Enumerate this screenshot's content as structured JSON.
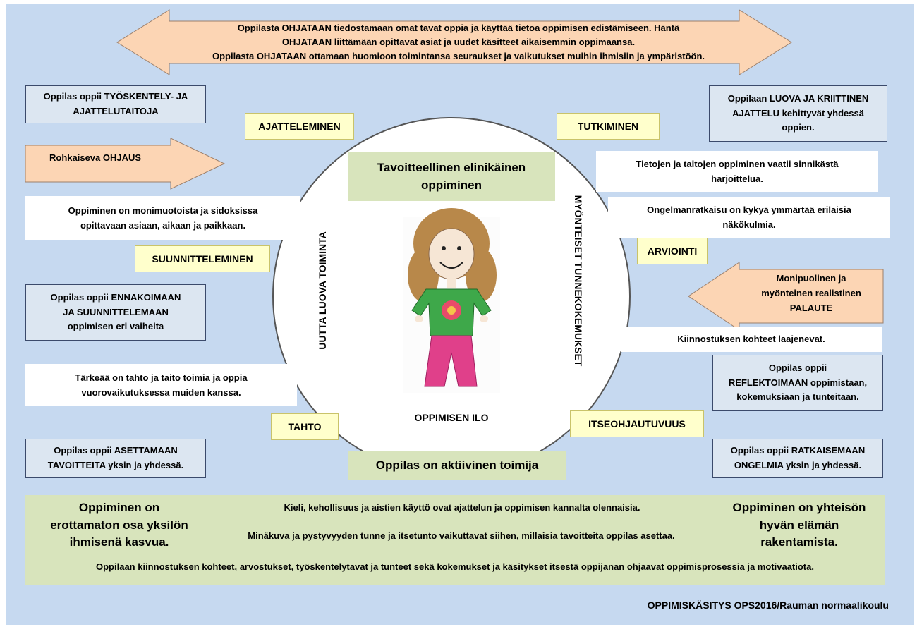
{
  "top_arrow": {
    "line1": "Oppilasta OHJATAAN tiedostamaan omat tavat oppia ja käyttää tietoa oppimisen edistämiseen. Häntä",
    "line2": "OHJATAAN liittämään opittavat asiat ja uudet käsitteet aikaisemmin oppimaansa.",
    "line3": "Oppilasta OHJATAAN ottamaan huomioon toimintansa seuraukset ja vaikutukset muihin ihmisiin ja ympäristöön."
  },
  "left_arrow_label": "Rohkaiseva OHJAUS",
  "right_arrow": {
    "line1": "Monipuolinen ja",
    "line2": "myönteinen realistinen",
    "line3": "PALAUTE"
  },
  "gray_boxes": {
    "tyoskentely": [
      "Oppilas oppii TYÖSKENTELY- JA",
      "AJATTELUTAITOJA"
    ],
    "luova": [
      "Oppilaan LUOVA JA KRIITTINEN",
      "AJATTELU kehittyvät yhdessä",
      "oppien."
    ],
    "ennakoimaan": [
      "Oppilas oppii ENNAKOIMAAN",
      "JA SUUNNITTELEMAAN",
      "oppimisen eri vaiheita"
    ],
    "reflektoimaan": [
      "Oppilas oppii",
      "REFLEKTOIMAAN oppimistaan,",
      "kokemuksiaan ja tunteitaan."
    ],
    "asettamaan": [
      "Oppilas oppii ASETTAMAAN",
      "TAVOITTEITA yksin ja yhdessä."
    ],
    "ratkaisemaan": [
      "Oppilas oppii RATKAISEMAAN",
      "ONGELMIA yksin ja yhdessä."
    ]
  },
  "yellow_labels": {
    "ajatteleminen": "AJATTELEMINEN",
    "tutkiminen": "TUTKIMINEN",
    "suunnitteleminen": "SUUNNITTELEMINEN",
    "arviointi": "ARVIOINTI",
    "tahto": "TAHTO",
    "itseohjautuvuus": "ITSEOHJAUTUVUUS"
  },
  "white_boxes": {
    "monimuotoista": [
      "Oppiminen on monimuotoista ja sidoksissa",
      "opittavaan asiaan, aikaan ja paikkaan."
    ],
    "tietojen": [
      "Tietojen ja taitojen oppiminen vaatii sinnikästä",
      "harjoittelua."
    ],
    "ongelmanratkaisu": [
      "Ongelmanratkaisu on kykyä ymmärtää erilaisia",
      "näkökulmia."
    ],
    "kiinnostuksen": "Kiinnostuksen kohteet laajenevat.",
    "tahto": [
      "Tärkeää on tahto ja taito toimia ja oppia",
      "vuorovaikutuksessa muiden kanssa."
    ]
  },
  "circle": {
    "goal": [
      "Tavoitteellinen elinikäinen",
      "oppiminen"
    ],
    "left_vertical": "UUTTA LUOVA TOIMINTA",
    "right_vertical": "MYÖNTEISET TUNNEKOKEMUKSET",
    "bottom": "OPPIMISEN ILO"
  },
  "active_learner": "Oppilas on aktiivinen toimija",
  "bottom_panel": {
    "left": [
      "Oppiminen on",
      "erottamaton osa yksilön",
      "ihmisenä kasvua."
    ],
    "right": [
      "Oppiminen on yhteisön",
      "hyvän elämän",
      "rakentamista."
    ],
    "center1": "Kieli, kehollisuus ja aistien käyttö ovat ajattelun ja oppimisen kannalta olennaisia.",
    "center2": "Minäkuva ja pystyvyyden tunne ja itsetunto vaikuttavat siihen, millaisia tavoitteita oppilas asettaa.",
    "bottom": "Oppilaan kiinnostuksen kohteet, arvostukset, työskentelytavat ja tunteet sekä kokemukset ja käsitykset itsestä oppijanan ohjaavat oppimisprosessia ja motivaatiota."
  },
  "footer": "OPPIMISKÄSITYS OPS2016/Rauman normaalikoulu",
  "colors": {
    "background": "#c6d9f0",
    "arrow_fill": "#fcd5b4",
    "gray_box": "#dce6f1",
    "yellow_label": "#ffffcc",
    "green_box": "#d8e4bc"
  }
}
